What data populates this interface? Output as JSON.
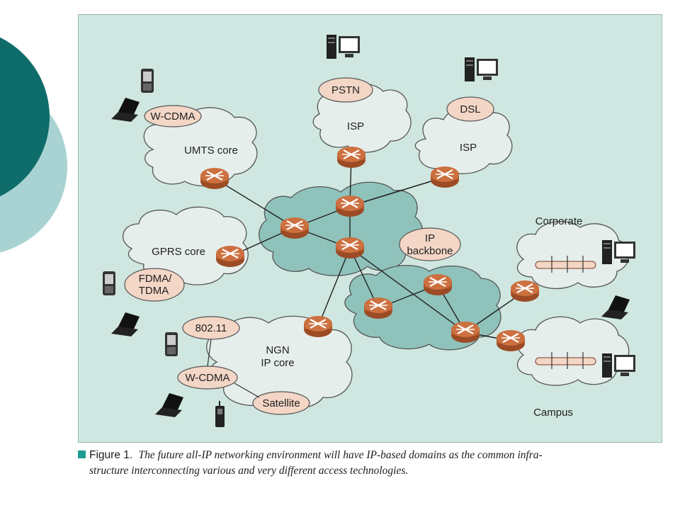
{
  "figure": {
    "labels": {
      "umts_core": "UMTS core",
      "wcdma_top": "W-CDMA",
      "pstn": "PSTN",
      "isp_left": "ISP",
      "isp_right": "ISP",
      "dsl": "DSL",
      "gprs_core": "GPRS core",
      "fdma_tdma_1": "FDMA/",
      "fdma_tdma_2": "TDMA",
      "ip_backbone_1": "IP",
      "ip_backbone_2": "backbone",
      "corporate": "Corporate",
      "campus": "Campus",
      "ngn_1": "NGN",
      "ngn_2": "IP core",
      "wlan": "802.11",
      "wcdma_bottom": "W-CDMA",
      "satellite": "Satellite"
    },
    "colors": {
      "background": "#cfe7e0",
      "cloud": "#e6eeec",
      "backbone_cloud": "#8fc2bb",
      "router": "#c8683a",
      "label_bubble": "#f3d6c6"
    }
  },
  "caption": {
    "label": "Figure 1.",
    "line1": "The future all-IP networking environment will have IP-based domains as the common infra-",
    "line2": "structure interconnecting various and very different access technologies."
  }
}
